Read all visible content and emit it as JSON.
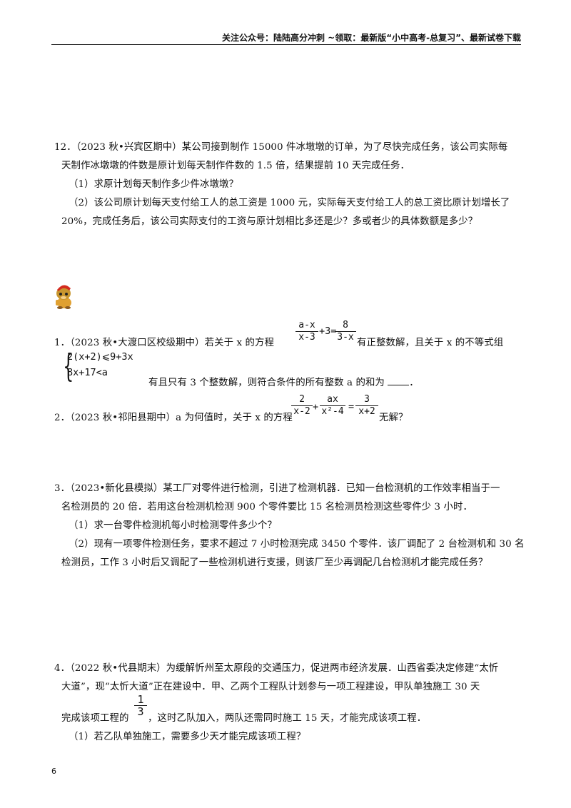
{
  "header": {
    "text": "关注公众号：陆陆高分冲刺  ~领取：最新版“小中高考-总复习”、最新试卷下载"
  },
  "q12": {
    "line1": "12．（2023 秋•兴宾区期中）某公司接到制作 15000 件冰墩墩的订单，为了尽快完成任务，该公司实际每",
    "line2": "天制作冰墩墩的件数是原计划每天制作件数的 1.5 倍，结果提前 10 天完成任务．",
    "part1": "（1）求原计划每天制作多少件冰墩墩？",
    "part2a": "（2）该公司原计划每天支付给工人的总工资是 1000 元，实际每天支付给工人的总工资比原计划增长了",
    "part2b": "20%，完成任务后，该公司实际支付的工资与原计划相比多还是少？多或者少的具体数额是多少？"
  },
  "q1": {
    "prefix": "1．（2023 秋•大渡口区校级期中）若关于 x 的方程",
    "frac1_num": "a-x",
    "frac1_den": "x-3",
    "plus3": "+3=",
    "frac2_num": "8",
    "frac2_den": "3-x",
    "suffix": "有正整数解，且关于 x 的不等式组",
    "ineq1": "2(x+2)⩽9+3x",
    "ineq2": "8x+17<a",
    "tail": "有且只有 3 个整数解，则符合条件的所有整数 a 的和为",
    "tail_end": "．"
  },
  "q2": {
    "prefix": "2．（2023 秋•祁阳县期中）a 为何值时，关于 x 的方程",
    "f1_num": "2",
    "f1_den": "x-2",
    "plus": "+",
    "f2_num": "ax",
    "f2_den": "x²-4",
    "eq": "=",
    "f3_num": "3",
    "f3_den": "x+2",
    "suffix": "无解？"
  },
  "q3": {
    "line1": "3．（2023•新化县模拟）某工厂对零件进行检测，引进了检测机器．已知一台检测机的工作效率相当于一",
    "line2": "名检测员的 20 倍．若用这台检测机检测 900 个零件要比 15 名检测员检测这些零件少 3 小时．",
    "part1": "（1）求一台零件检测机每小时检测零件多少个？",
    "part2a": "（2）现有一项零件检测任务，要求不超过 7 小时检测完成 3450 个零件．该厂调配了 2 台检测机和 30 名",
    "part2b": "检测员，工作 3 小时后又调配了一些检测机进行支援，则该厂至少再调配几台检测机才能完成任务？"
  },
  "q4": {
    "line1": "4．（2022 秋•代县期末）为缓解忻州至太原段的交通压力，促进两市经济发展．山西省委决定修建“太忻",
    "line2": "大道”，现“太忻大道”正在建设中．甲、乙两个工程队计划参与一项工程建设，甲队单独施工 30 天",
    "line3a": "完成该项工程的",
    "frac_num": "1",
    "frac_den": "3",
    "line3b": "，这时乙队加入，两队还需同时施工 15 天，才能完成该项工程．",
    "part1": "（1）若乙队单独施工，需要多少天才能完成该项工程？"
  },
  "page_number": "6"
}
